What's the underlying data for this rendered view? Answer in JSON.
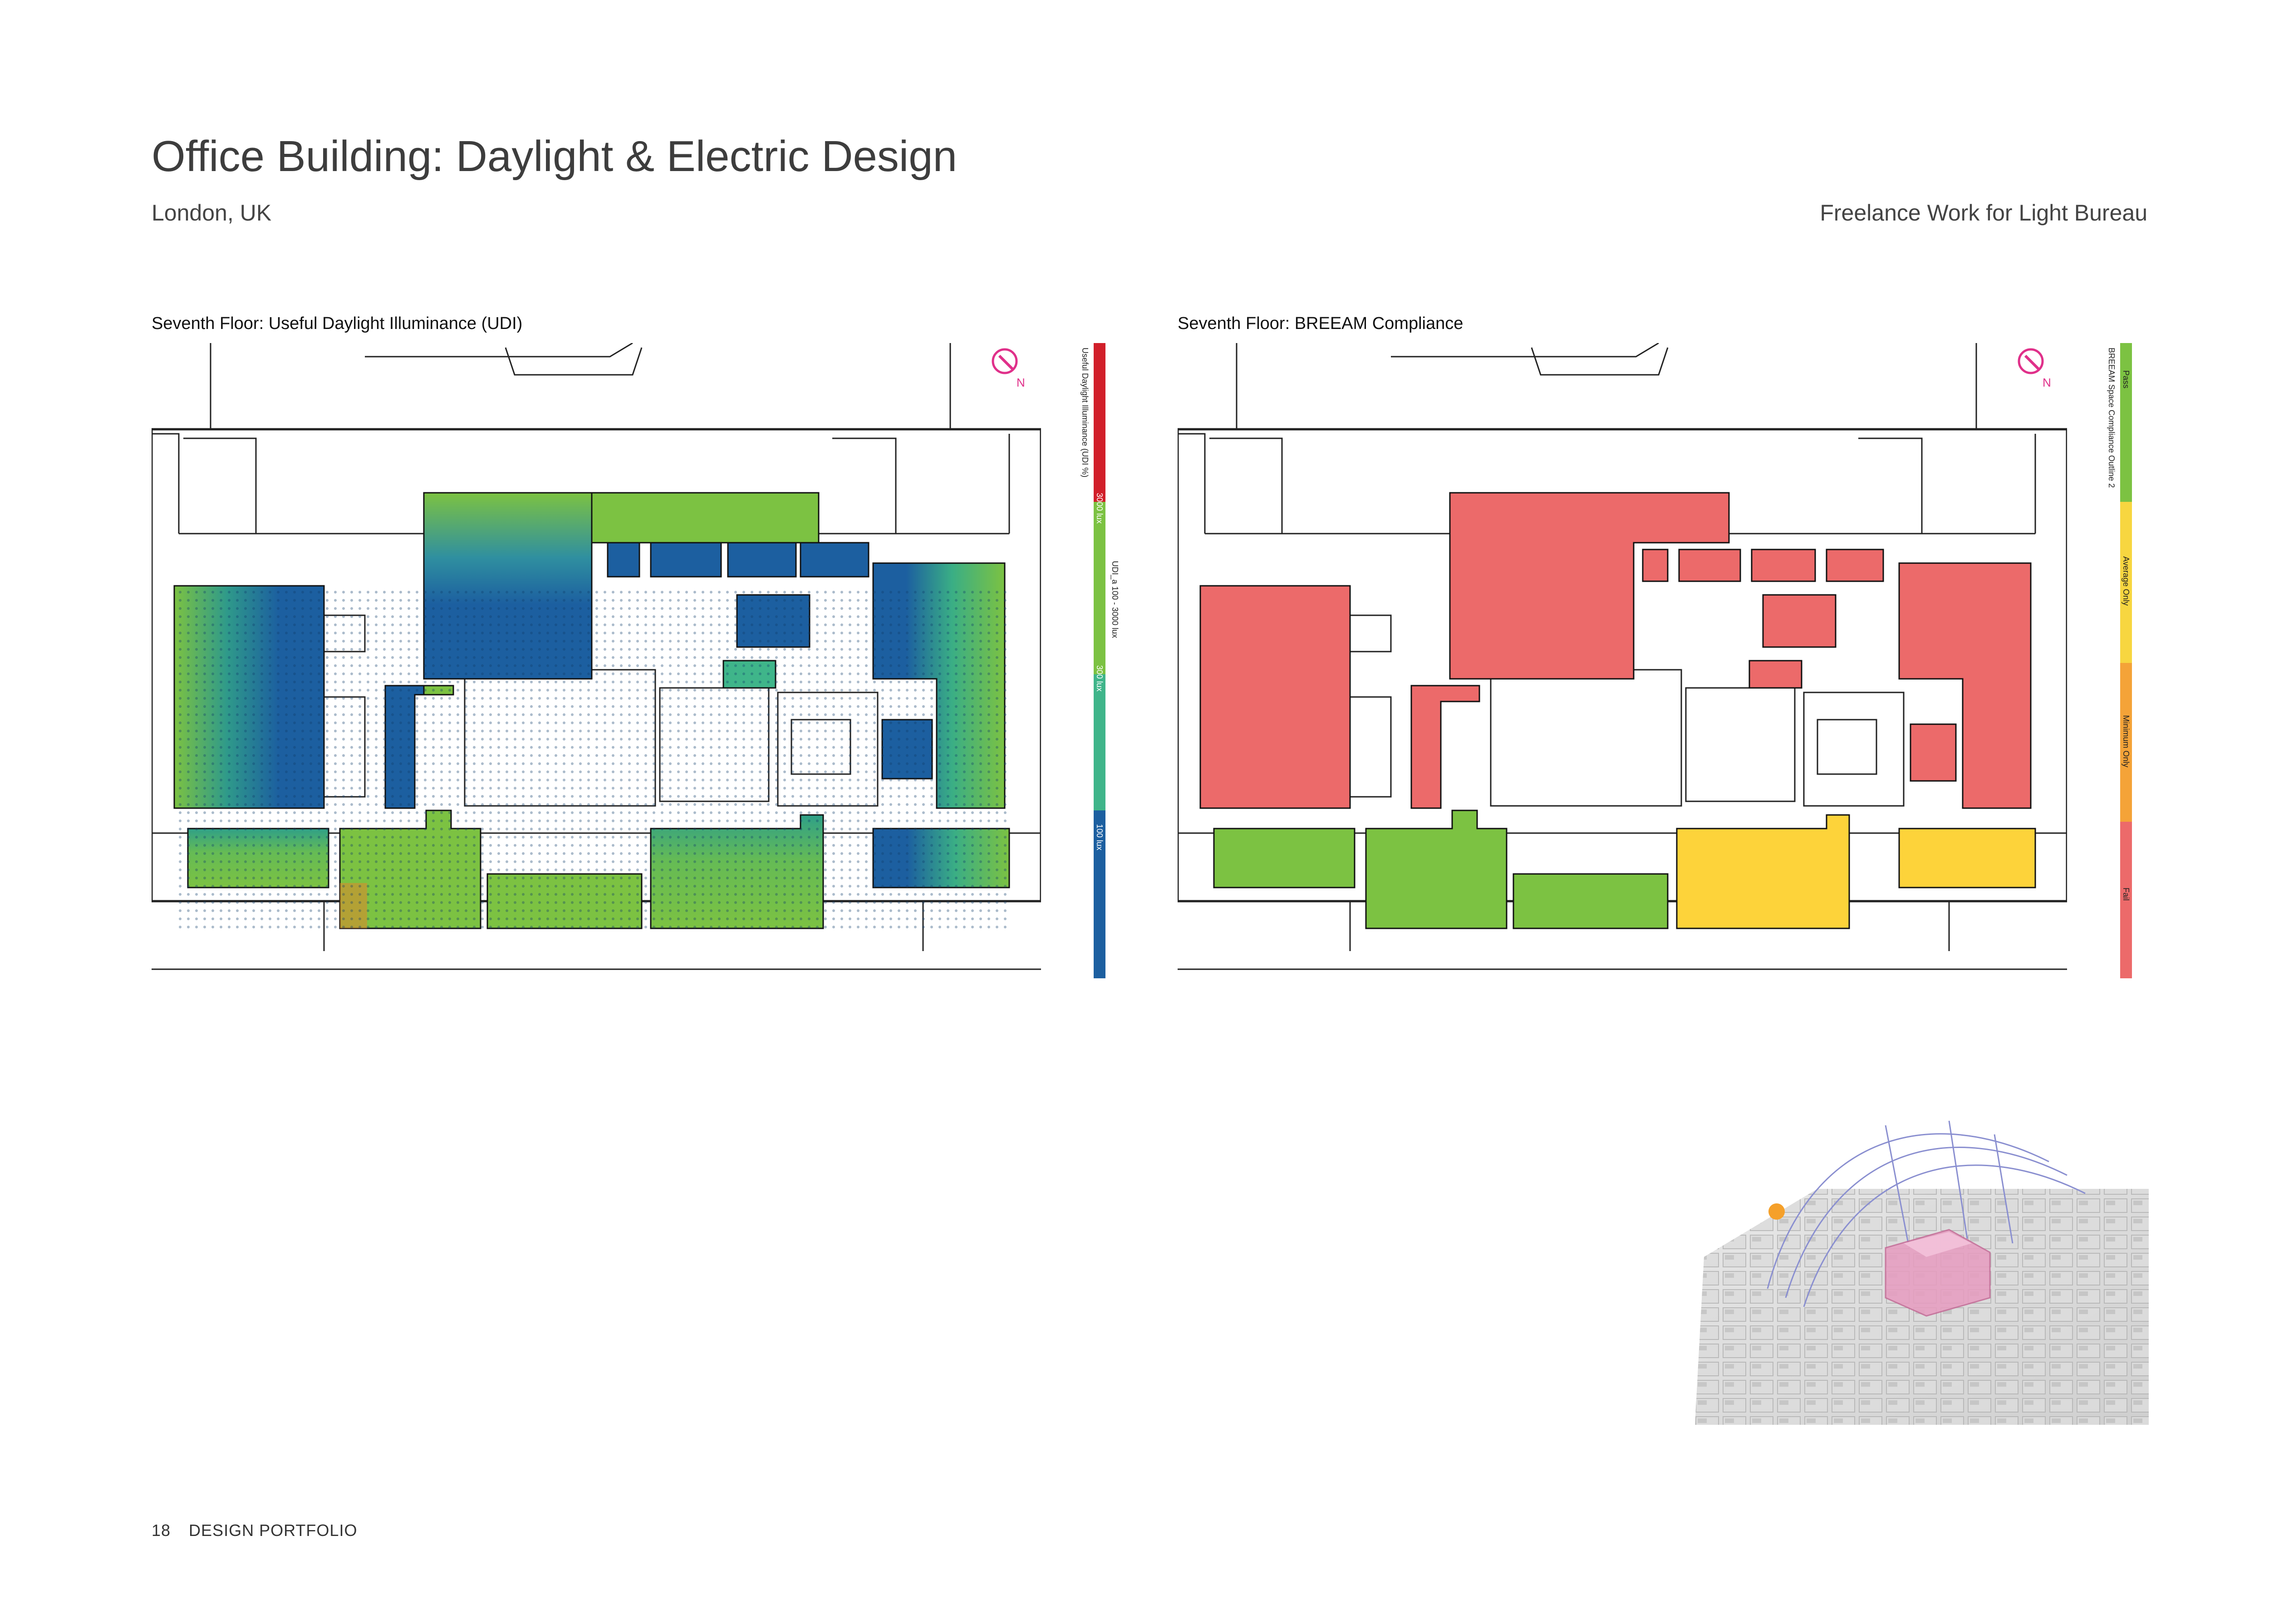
{
  "header": {
    "title": "Office Building: Daylight & Electric Design",
    "subtitle": "London, UK",
    "credit": "Freelance Work for Light Bureau"
  },
  "left_panel": {
    "title": "Seventh Floor: Useful Daylight Illuminance (UDI)",
    "north": "N",
    "legend": {
      "title": "Useful Daylight Illuminance (UDI %)",
      "range_label": "UDI_a 100 - 3000 lux",
      "ticks": [
        "3000 lux",
        "300 lux",
        "100 lux"
      ],
      "colors": [
        "#d11f2a",
        "#7cc242",
        "#3fb58a",
        "#1c5fa0"
      ]
    }
  },
  "right_panel": {
    "title": "Seventh Floor: BREEAM Compliance",
    "north": "N",
    "legend": {
      "title": "BREEAM Space Compliance Outline 2",
      "categories": [
        {
          "label": "Pass",
          "color": "#7cc242"
        },
        {
          "label": "Average Only",
          "color": "#f7d640"
        },
        {
          "label": "Minimum Only",
          "color": "#f4a338"
        },
        {
          "label": "Fail",
          "color": "#ec6a6a"
        }
      ]
    }
  },
  "footer": {
    "page_number": "18",
    "label": "DESIGN PORTFOLIO"
  },
  "colors": {
    "udi_blue": "#1c5fa0",
    "udi_teal": "#3fb58a",
    "udi_green": "#7cc242",
    "udi_red": "#d11f2a",
    "breeam_pass": "#7cc242",
    "breeam_average": "#fdd33a",
    "breeam_minimum": "#f4a338",
    "breeam_fail": "#ec6a6a",
    "north_arrow": "#e0308a",
    "sun": "#f5a02a",
    "highlight_building": "#e79cc0"
  }
}
